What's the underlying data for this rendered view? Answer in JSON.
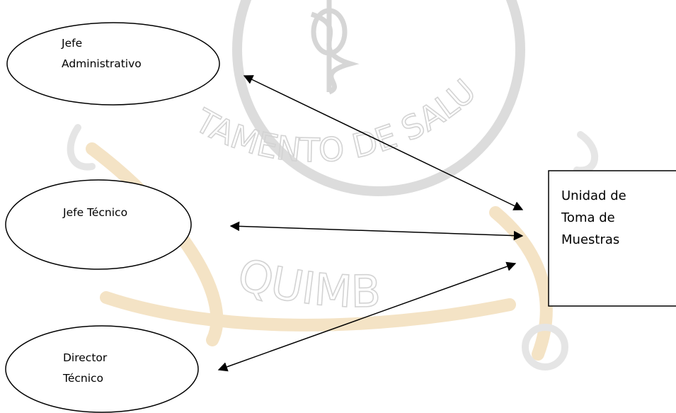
{
  "diagram": {
    "nodes": {
      "jefe_administrativo": {
        "lines": [
          "Jefe",
          "Administrativo"
        ]
      },
      "jefe_tecnico": {
        "lines": [
          "Jefe Técnico"
        ]
      },
      "director_tecnico": {
        "lines": [
          "Director",
          "Técnico"
        ]
      },
      "unidad": {
        "lines": [
          "Unidad de",
          "Toma de",
          "Muestras"
        ]
      }
    },
    "edges": [
      {
        "from": "jefe_administrativo",
        "to": "unidad",
        "type": "bidirectional-arrow"
      },
      {
        "from": "jefe_tecnico",
        "to": "unidad",
        "type": "bidirectional-arrow"
      },
      {
        "from": "director_tecnico",
        "to": "unidad",
        "type": "bidirectional-arrow"
      }
    ]
  },
  "watermark": {
    "text_top": "TAMENTO DE SALU",
    "text_bottom": "QUIMB",
    "colors": {
      "gray": "#d4d4d4",
      "orange": "#f2dcb4"
    }
  }
}
